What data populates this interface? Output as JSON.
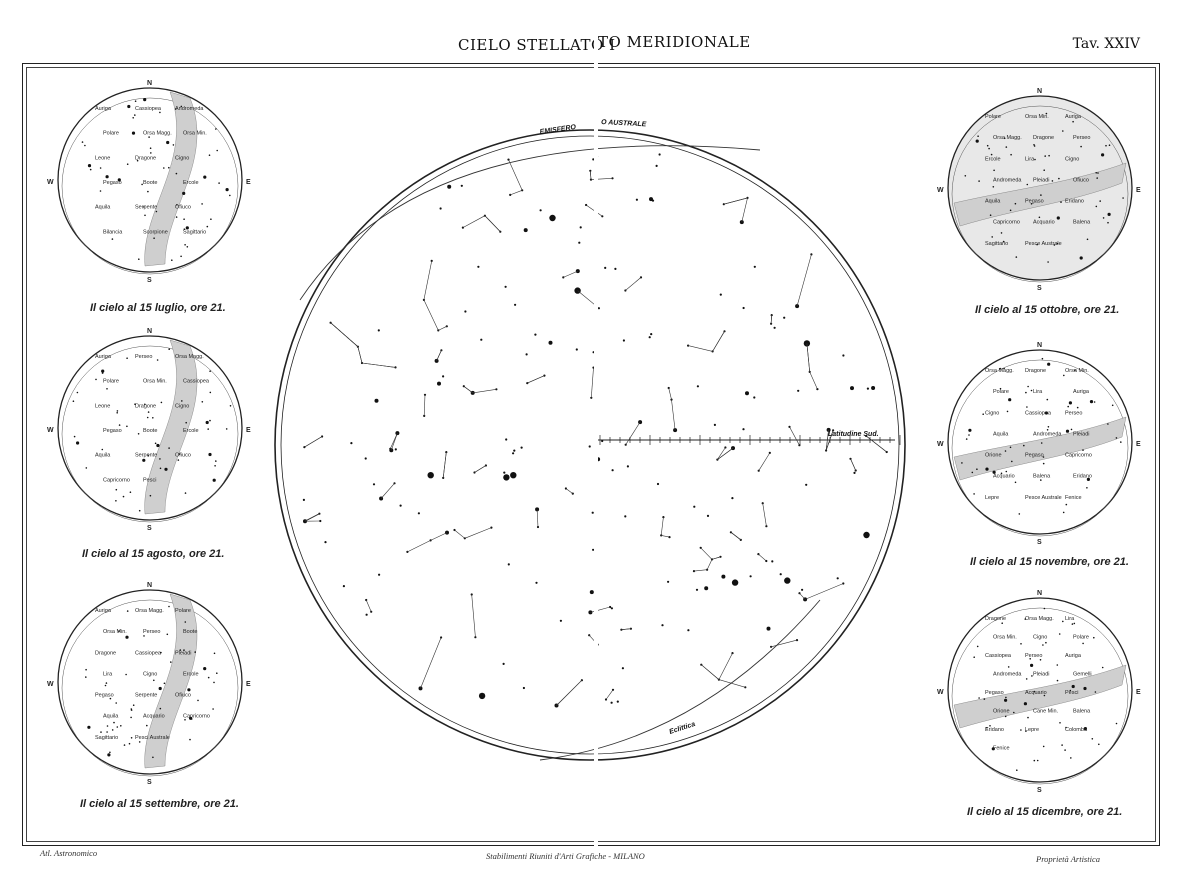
{
  "header": {
    "title_left": "CIELO STELLATO I",
    "title_right": "TO MERIDIONALE",
    "plate": "Tav. XXIV"
  },
  "main_chart": {
    "labels": {
      "hemisphere": "EMISFERO",
      "hemisphere_suffix": "O AUSTRALE",
      "latitude": "Latitudine Sud.",
      "ecliptic": "Eclittica"
    }
  },
  "maps": [
    {
      "caption": "Il cielo al 15 luglio, ore 21.",
      "cardinals": [
        "N",
        "W",
        "E",
        "S"
      ],
      "constellations": [
        "Auriga",
        "Cassiopea",
        "Andromeda",
        "Polare",
        "Orsa Magg.",
        "Orsa Min.",
        "Leone",
        "Dragone",
        "Cigno",
        "Pegaso",
        "Boote",
        "Ercole",
        "Aquila",
        "Serpente",
        "Ofiuco",
        "Bilancia",
        "Scorpione",
        "Sagittario"
      ]
    },
    {
      "caption": "Il cielo al 15 agosto, ore 21.",
      "cardinals": [
        "N",
        "W",
        "E",
        "S"
      ],
      "constellations": [
        "Auriga",
        "Perseo",
        "Orsa Magg.",
        "Polare",
        "Orsa Min.",
        "Cassiopea",
        "Leone",
        "Dragone",
        "Cigno",
        "Pegaso",
        "Boote",
        "Ercole",
        "Aquila",
        "Serpente",
        "Ofiuco",
        "Capricorno",
        "Pesci"
      ]
    },
    {
      "caption": "Il cielo al 15 settembre, ore 21.",
      "cardinals": [
        "N",
        "W",
        "E",
        "S"
      ],
      "constellations": [
        "Auriga",
        "Orsa Magg.",
        "Polare",
        "Orsa Min.",
        "Perseo",
        "Boote",
        "Dragone",
        "Cassiopea",
        "Pleiadi",
        "Lira",
        "Cigno",
        "Ercole",
        "Pegaso",
        "Serpente",
        "Ofiuco",
        "Aquila",
        "Acquario",
        "Capricorno",
        "Sagittario",
        "Pesci Australe"
      ]
    },
    {
      "caption": "Il cielo al 15 ottobre, ore 21.",
      "cardinals": [
        "N",
        "W",
        "E",
        "S"
      ],
      "constellations": [
        "Polare",
        "Orsa Min.",
        "Auriga",
        "Orsa Magg.",
        "Dragone",
        "Perseo",
        "Ercole",
        "Lira",
        "Cigno",
        "Andromeda",
        "Pleiadi",
        "Ofiuco",
        "Aquila",
        "Pegaso",
        "Eridano",
        "Capricorno",
        "Acquario",
        "Balena",
        "Sagittario",
        "Pesce Australe"
      ]
    },
    {
      "caption": "Il cielo al 15 novembre, ore 21.",
      "cardinals": [
        "N",
        "W",
        "E",
        "S"
      ],
      "constellations": [
        "Orsa Magg.",
        "Dragone",
        "Orsa Min.",
        "Polare",
        "Lira",
        "Auriga",
        "Cigno",
        "Cassiopea",
        "Perseo",
        "Aquila",
        "Andromeda",
        "Pleiadi",
        "Orione",
        "Pegaso",
        "Capricorno",
        "Acquario",
        "Balena",
        "Eridano",
        "Lepre",
        "Pesce Australe",
        "Fenice"
      ]
    },
    {
      "caption": "Il cielo al 15 dicembre, ore 21.",
      "cardinals": [
        "N",
        "W",
        "E",
        "S"
      ],
      "constellations": [
        "Dragone",
        "Orsa Magg.",
        "Lira",
        "Orsa Min.",
        "Cigno",
        "Polare",
        "Cassiopea",
        "Perseo",
        "Auriga",
        "Andromeda",
        "Pleiadi",
        "Gemelli",
        "Pegaso",
        "Acquario",
        "Pesci",
        "Orione",
        "Cane Min.",
        "Balena",
        "Eridano",
        "Lepre",
        "Colomba",
        "Fenice"
      ]
    }
  ],
  "footer": {
    "left": "Atl. Astronomico",
    "center": "Stabilimenti Riuniti d'Arti Grafiche - MILANO",
    "right": "Proprietà Artistica"
  }
}
